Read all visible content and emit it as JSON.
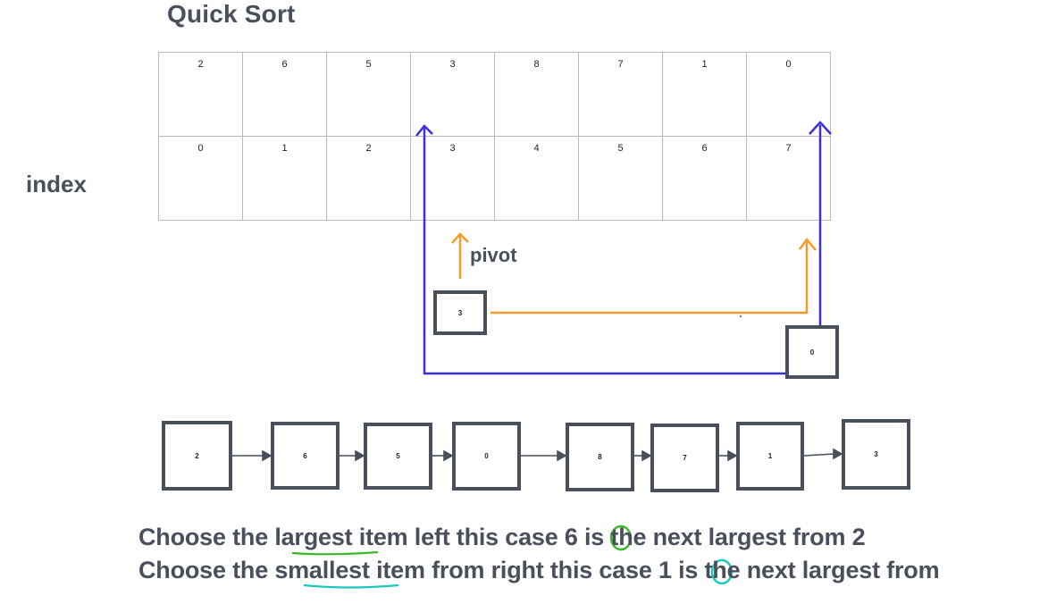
{
  "title": "Quick Sort",
  "index_label": "index",
  "array_values": [
    "2",
    "6",
    "5",
    "3",
    "8",
    "7",
    "1",
    "0"
  ],
  "array_indices": [
    "0",
    "1",
    "2",
    "3",
    "4",
    "5",
    "6",
    "7"
  ],
  "pivot": {
    "label": "pivot",
    "box_value": "3"
  },
  "swap_box_value": "0",
  "linked_list": [
    "2",
    "6",
    "5",
    "0",
    "8",
    "7",
    "1",
    "3"
  ],
  "captions": [
    {
      "before": "Choose the ",
      "word": "largest",
      "middle": " item left this case ",
      "circled": "6",
      "after": " is the next largest from 2"
    },
    {
      "before": "Choose the ",
      "word": "smallest",
      "middle": " item from right this case ",
      "circled": "1",
      "after": " is the next largest from"
    }
  ],
  "colors": {
    "text": "#4a4f5c",
    "arrow_blue": "#3b2fd6",
    "arrow_orange": "#f39a2a",
    "highlight_green": "#3cba2a",
    "highlight_cyan": "#1cc7c0"
  }
}
